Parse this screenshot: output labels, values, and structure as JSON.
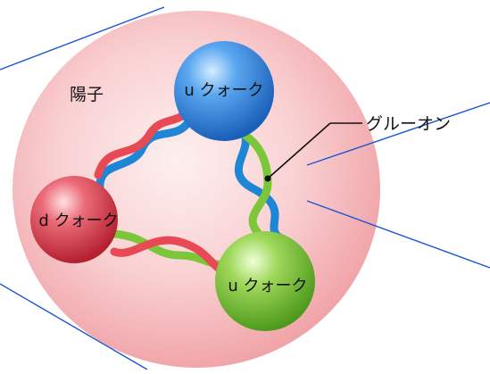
{
  "labels": {
    "proton": "陽子",
    "gluon": "グルーオン",
    "quark_top": "u クォーク",
    "quark_left": "d クォーク",
    "quark_bottom": "u クォーク"
  },
  "colors": {
    "proton_center": "#fde9ea",
    "proton_edge": "#f2a3a7",
    "quark_u_top": "#2f7fd8",
    "quark_d": "#d9374a",
    "quark_u_bottom": "#7ec63a",
    "gluon_red": "#e84a55",
    "gluon_blue": "#1f86d6",
    "gluon_green": "#7cc63a",
    "guide_line": "#1a55d6"
  }
}
